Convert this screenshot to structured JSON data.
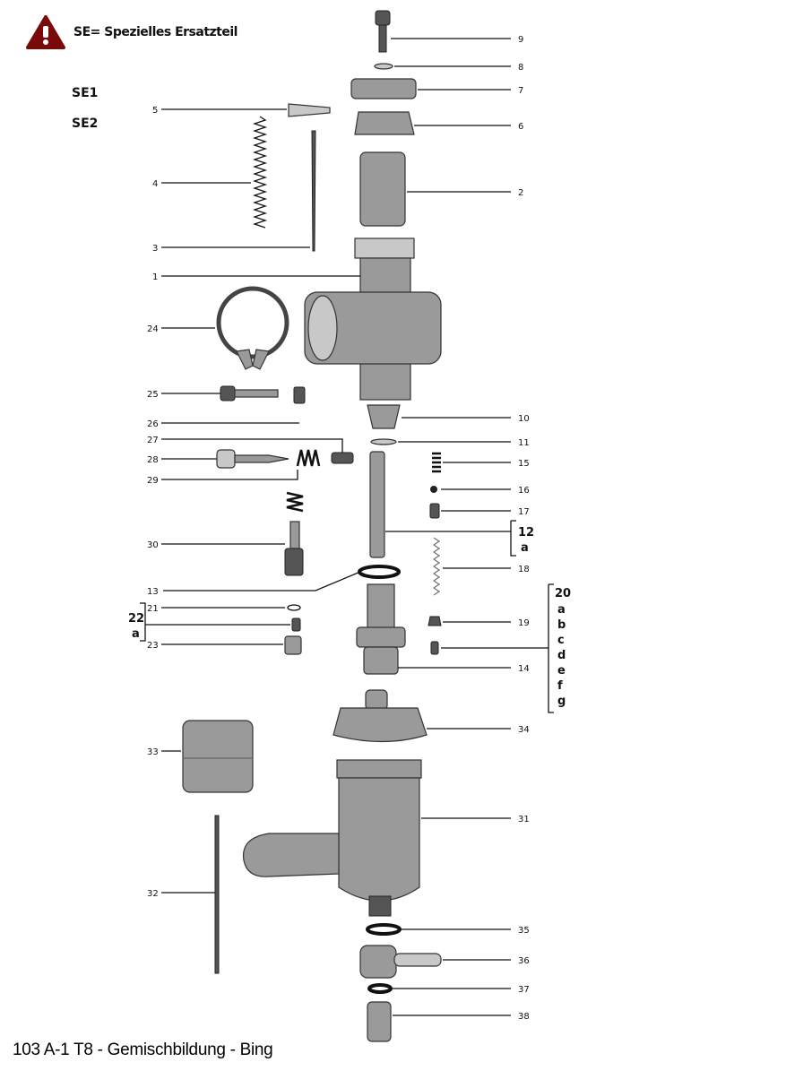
{
  "legend": {
    "icon": "warning-icon",
    "text": "SE= Spezielles Ersatzteil",
    "color": "#7a0a0a"
  },
  "se_items": [
    "SE1",
    "SE2"
  ],
  "caption": "103 A-1 T8 - Gemischbildung - Bing",
  "labels": {
    "p1": "1",
    "p2": "2",
    "p3": "3",
    "p4": "4",
    "p5": "5",
    "p6": "6",
    "p7": "7",
    "p8": "8",
    "p9": "9",
    "p10": "10",
    "p11": "11",
    "p12": "12",
    "p12a": "a",
    "p13": "13",
    "p14": "14",
    "p15": "15",
    "p16": "16",
    "p17": "17",
    "p18": "18",
    "p19": "19",
    "p20": "20",
    "p20sub": [
      "a",
      "b",
      "c",
      "d",
      "e",
      "f",
      "g"
    ],
    "p21": "21",
    "p22": "22",
    "p22a": "a",
    "p23": "23",
    "p24": "24",
    "p25": "25",
    "p26": "26",
    "p27": "27",
    "p28": "28",
    "p29": "29",
    "p30": "30",
    "p31": "31",
    "p32": "32",
    "p33": "33",
    "p34": "34",
    "p35": "35",
    "p36": "36",
    "p37": "37",
    "p38": "38"
  }
}
